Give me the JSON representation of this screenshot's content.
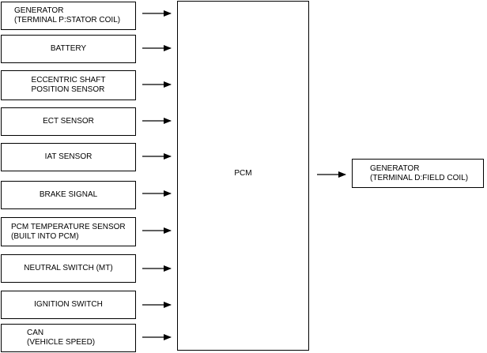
{
  "inputs": [
    {
      "lines": [
        "GENERATOR",
        "(TERMINAL P:STATOR COIL)"
      ]
    },
    {
      "lines": [
        "BATTERY"
      ]
    },
    {
      "lines": [
        "ECCENTRIC SHAFT",
        "POSITION SENSOR"
      ]
    },
    {
      "lines": [
        "ECT SENSOR"
      ]
    },
    {
      "lines": [
        "IAT SENSOR"
      ]
    },
    {
      "lines": [
        "BRAKE SIGNAL"
      ]
    },
    {
      "lines": [
        "PCM TEMPERATURE SENSOR",
        "(BUILT INTO PCM)"
      ]
    },
    {
      "lines": [
        "NEUTRAL SWITCH (MT)"
      ]
    },
    {
      "lines": [
        "IGNITION SWITCH"
      ]
    },
    {
      "lines": [
        "CAN",
        "(VEHICLE SPEED)"
      ]
    }
  ],
  "pcm": {
    "label": "PCM"
  },
  "output": {
    "lines": [
      "GENERATOR",
      "(TERMINAL D:FIELD COIL)"
    ]
  }
}
